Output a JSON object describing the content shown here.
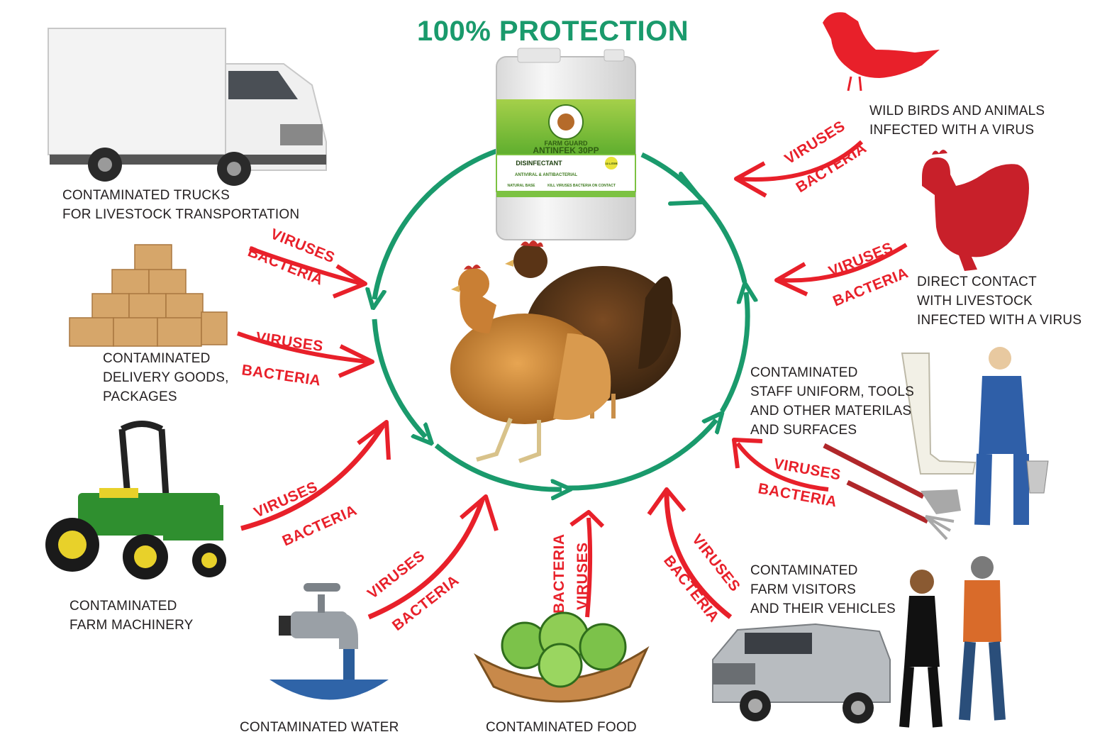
{
  "title": "100% PROTECTION",
  "colors": {
    "accent_green": "#1a9a6c",
    "threat_red": "#e8202a",
    "label_text": "#231f20",
    "bottle_green": "#7cc242"
  },
  "product": {
    "brand": "FARM GUARD",
    "name": "ANTINFEK 30PP",
    "type": "DISINFECTANT",
    "subtitle": "ANTIVIRAL & ANTIBACTERIAL",
    "footnote_left": "NATURAL BASE",
    "footnote_right": "KILL VIRUSES BACTERIA ON CONTACT",
    "badge": "10 LITER"
  },
  "threat_words": {
    "viruses": "VIRUSES",
    "bacteria": "BACTERIA"
  },
  "sources": [
    {
      "id": "trucks",
      "icon": "truck-icon",
      "lines": [
        "CONTAMINATED TRUCKS",
        "FOR LIVESTOCK TRANSPORTATION"
      ]
    },
    {
      "id": "packages",
      "icon": "boxes-icon",
      "lines": [
        "CONTAMINATED",
        "DELIVERY GOODS,",
        "PACKAGES"
      ]
    },
    {
      "id": "machinery",
      "icon": "tractor-icon",
      "lines": [
        "CONTAMINATED",
        "FARM MACHINERY"
      ]
    },
    {
      "id": "water",
      "icon": "faucet-icon",
      "lines": [
        "CONTAMINATED WATER"
      ]
    },
    {
      "id": "food",
      "icon": "food-bowl-icon",
      "lines": [
        "CONTAMINATED FOOD"
      ]
    },
    {
      "id": "visitors",
      "icon": "visitors-icon",
      "lines": [
        "CONTAMINATED",
        "FARM VISITORS",
        "AND THEIR VEHICLES"
      ]
    },
    {
      "id": "staff",
      "icon": "farmer-icon",
      "lines": [
        "CONTAMINATED",
        "STAFF UNIFORM, TOOLS",
        "AND OTHER MATERILAS",
        "AND SURFACES"
      ]
    },
    {
      "id": "livestock",
      "icon": "hen-silhouette-icon",
      "lines": [
        "DIRECT CONTACT",
        "WITH LIVESTOCK",
        "INFECTED WITH A VIRUS"
      ]
    },
    {
      "id": "wildbirds",
      "icon": "bird-silhouette-icon",
      "lines": [
        "WILD BIRDS AND ANIMALS",
        "INFECTED WITH A VIRUS"
      ]
    }
  ]
}
